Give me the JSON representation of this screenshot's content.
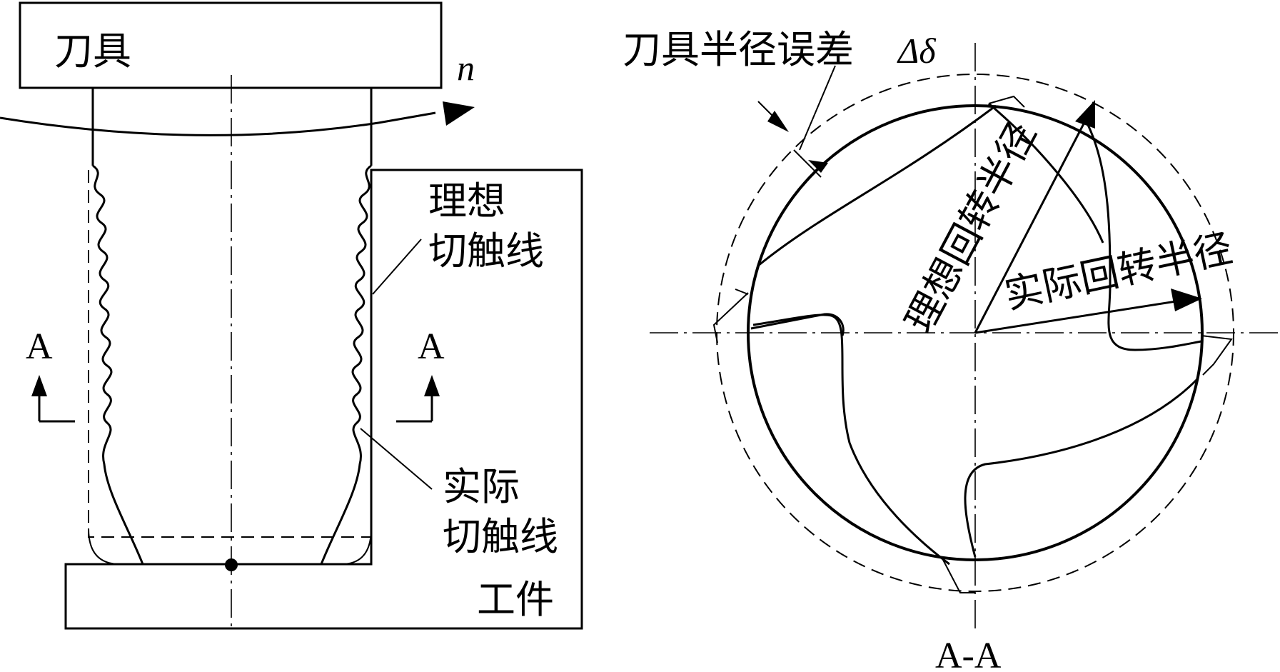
{
  "left_view": {
    "tool_label": "刀具",
    "rotation_label": "n",
    "ideal_line_label": [
      "理想",
      "切触线"
    ],
    "actual_line_label": [
      "实际",
      "切触线"
    ],
    "section_left": "A",
    "section_right": "A",
    "workpiece_label": "工件"
  },
  "right_view": {
    "radius_error_label": "刀具半径误差",
    "delta_symbol": "Δδ",
    "ideal_radius_label": "理想回转半径",
    "actual_radius_label": "实际回转半径",
    "section_label": "A-A"
  },
  "colors": {
    "ink": "#000000",
    "paper": "#ffffff"
  }
}
